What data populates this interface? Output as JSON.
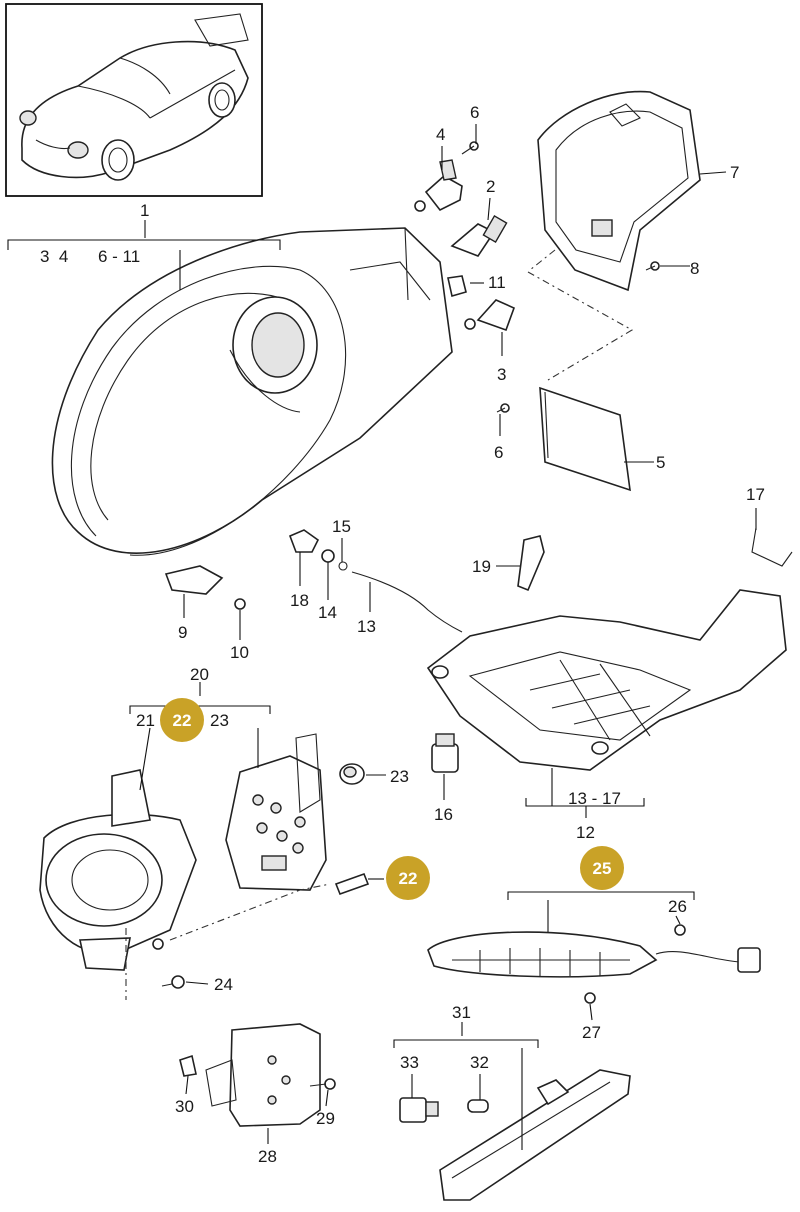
{
  "labels": {
    "p1": "1",
    "p1_sub_a": "3  4",
    "p1_sub_b": "6 - 11",
    "p2": "2",
    "p3": "3",
    "p4": "4",
    "p5": "5",
    "p6a": "6",
    "p6b": "6",
    "p7": "7",
    "p8": "8",
    "p9": "9",
    "p10": "10",
    "p11": "11",
    "p12": "12",
    "p12_sub": "13 - 17",
    "p13": "13",
    "p14": "14",
    "p15": "15",
    "p16": "16",
    "p17": "17",
    "p18": "18",
    "p19": "19",
    "p20": "20",
    "p21": "21",
    "p23a": "23",
    "p23b": "23",
    "p24": "24",
    "p26": "26",
    "p27": "27",
    "p28": "28",
    "p29": "29",
    "p30": "30",
    "p31": "31",
    "p32": "32",
    "p33": "33"
  },
  "badges": {
    "b22a": "22",
    "b22b": "22",
    "b25": "25"
  },
  "colors": {
    "badge": "#c9a227",
    "line": "#222222",
    "background": "#ffffff"
  }
}
